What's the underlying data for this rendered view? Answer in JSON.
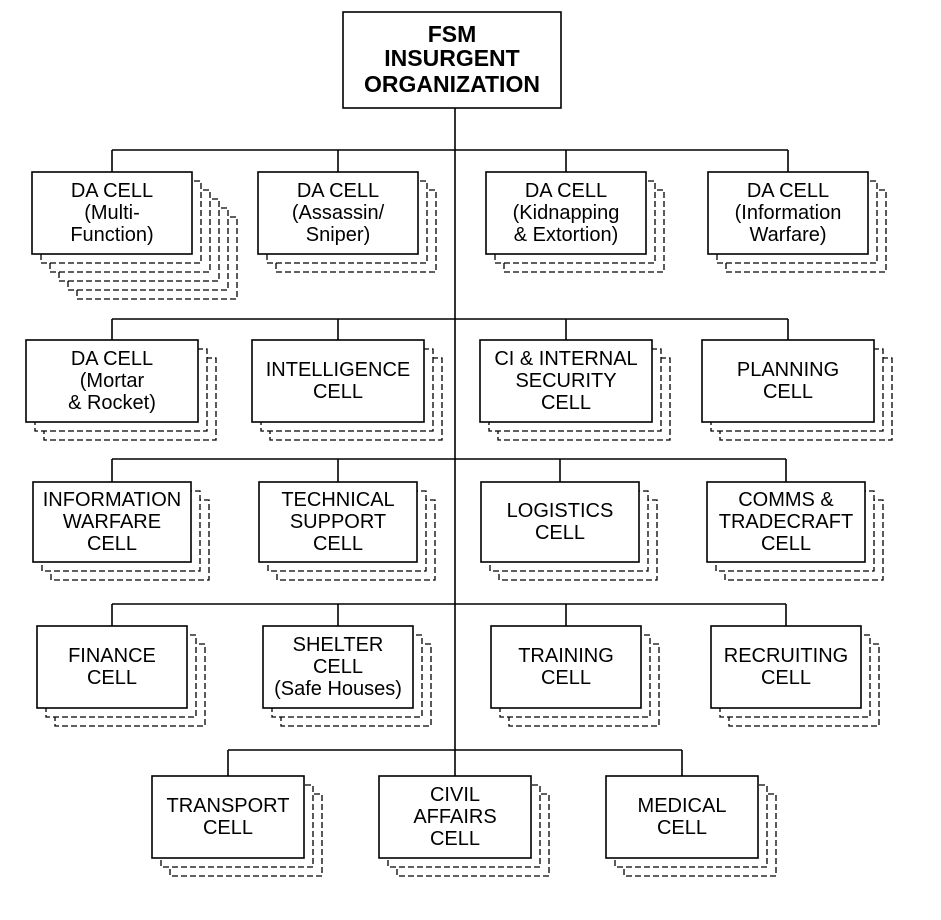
{
  "root": {
    "lines": [
      "FSM",
      "INSURGENT",
      "ORGANIZATION"
    ]
  },
  "rows": [
    {
      "cells": [
        {
          "id": "da-cell-multi-function",
          "lines": [
            "DA CELL",
            "(Multi-",
            "Function)"
          ],
          "stack": 6
        },
        {
          "id": "da-cell-assassin-sniper",
          "lines": [
            "DA CELL",
            "(Assassin/",
            "Sniper)"
          ],
          "stack": 3
        },
        {
          "id": "da-cell-kidnapping-extortion",
          "lines": [
            "DA CELL",
            "(Kidnapping",
            "& Extortion)"
          ],
          "stack": 3
        },
        {
          "id": "da-cell-information-warfare",
          "lines": [
            "DA CELL",
            "(Information",
            "Warfare)"
          ],
          "stack": 3
        }
      ]
    },
    {
      "cells": [
        {
          "id": "da-cell-mortar-rocket",
          "lines": [
            "DA CELL",
            "(Mortar",
            "& Rocket)"
          ],
          "stack": 3
        },
        {
          "id": "intelligence-cell",
          "lines": [
            "INTELLIGENCE",
            "CELL"
          ],
          "stack": 3
        },
        {
          "id": "ci-internal-security-cell",
          "lines": [
            "CI & INTERNAL",
            "SECURITY",
            "CELL"
          ],
          "stack": 3
        },
        {
          "id": "planning-cell",
          "lines": [
            "PLANNING",
            "CELL"
          ],
          "stack": 3
        }
      ]
    },
    {
      "cells": [
        {
          "id": "information-warfare-cell",
          "lines": [
            "INFORMATION",
            "WARFARE",
            "CELL"
          ],
          "stack": 3
        },
        {
          "id": "technical-support-cell",
          "lines": [
            "TECHNICAL",
            "SUPPORT",
            "CELL"
          ],
          "stack": 3
        },
        {
          "id": "logistics-cell",
          "lines": [
            "LOGISTICS",
            "CELL"
          ],
          "stack": 3
        },
        {
          "id": "comms-tradecraft-cell",
          "lines": [
            "COMMS &",
            "TRADECRAFT",
            "CELL"
          ],
          "stack": 3
        }
      ]
    },
    {
      "cells": [
        {
          "id": "finance-cell",
          "lines": [
            "FINANCE",
            "CELL"
          ],
          "stack": 3
        },
        {
          "id": "shelter-cell",
          "lines": [
            "SHELTER",
            "CELL",
            "(Safe Houses)"
          ],
          "stack": 3
        },
        {
          "id": "training-cell",
          "lines": [
            "TRAINING",
            "CELL"
          ],
          "stack": 3
        },
        {
          "id": "recruiting-cell",
          "lines": [
            "RECRUITING",
            "CELL"
          ],
          "stack": 3
        }
      ]
    },
    {
      "cells": [
        {
          "id": "transport-cell",
          "lines": [
            "TRANSPORT",
            "CELL"
          ],
          "stack": 3
        },
        {
          "id": "civil-affairs-cell",
          "lines": [
            "CIVIL",
            "AFFAIRS",
            "CELL"
          ],
          "stack": 3
        },
        {
          "id": "medical-cell",
          "lines": [
            "MEDICAL",
            "CELL"
          ],
          "stack": 3
        }
      ]
    }
  ]
}
